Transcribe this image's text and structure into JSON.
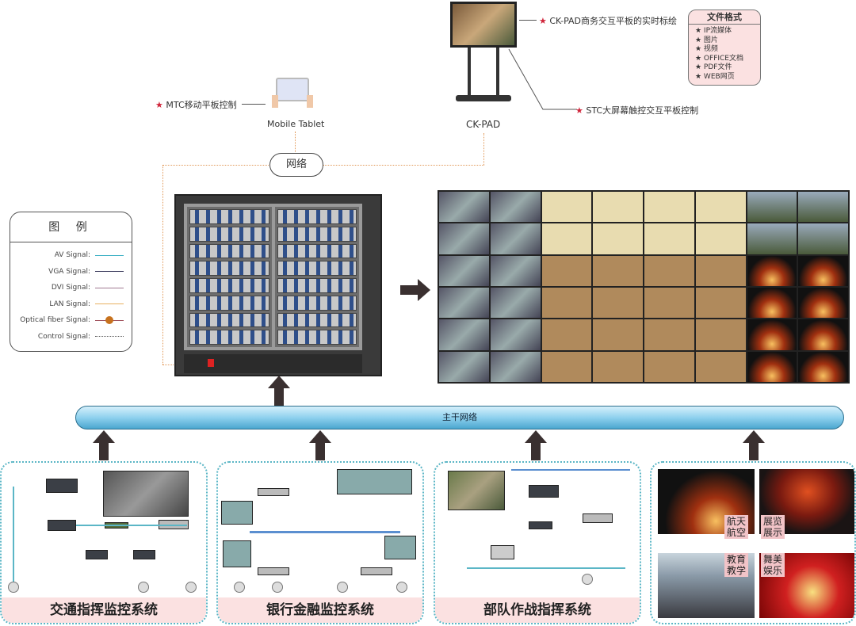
{
  "top": {
    "mtc_label": "MTC移动平板控制",
    "tablet_label": "Mobile Tablet",
    "ckpad_label": "CK-PAD",
    "ckpad_note": "CK-PAD商务交互平板的实时标绘",
    "stc_note": "STC大屏幕触控交互平板控制",
    "network_label": "网络",
    "star": "★"
  },
  "file_formats": {
    "title": "文件格式",
    "items": [
      "★ IP流媒体",
      "★ 图片",
      "★ 视频",
      "★ OFFICE文档",
      "★ PDF文件",
      "★ WEB网页"
    ]
  },
  "legend": {
    "title": "图 例",
    "items": [
      {
        "label": "AV Signal:",
        "color": "#3bb0c4"
      },
      {
        "label": "VGA Signal:",
        "color": "#3b3b5c"
      },
      {
        "label": "DVI Signal:",
        "color": "#a07890"
      },
      {
        "label": "LAN Signal:",
        "color": "#e8b060"
      },
      {
        "label": "Optical fiber Signal:",
        "color": "#a0505a"
      },
      {
        "label": "Control Signal:",
        "color": "#555555"
      }
    ]
  },
  "backbone_label": "主干网络",
  "panels": [
    {
      "label": "交通指挥监控系统"
    },
    {
      "label": "银行金融监控系统"
    },
    {
      "label": "部队作战指挥系统"
    },
    {
      "label": "",
      "tags": [
        "航天\n航空",
        "展览\n展示",
        "教育\n教学",
        "舞美\n娱乐"
      ]
    }
  ]
}
